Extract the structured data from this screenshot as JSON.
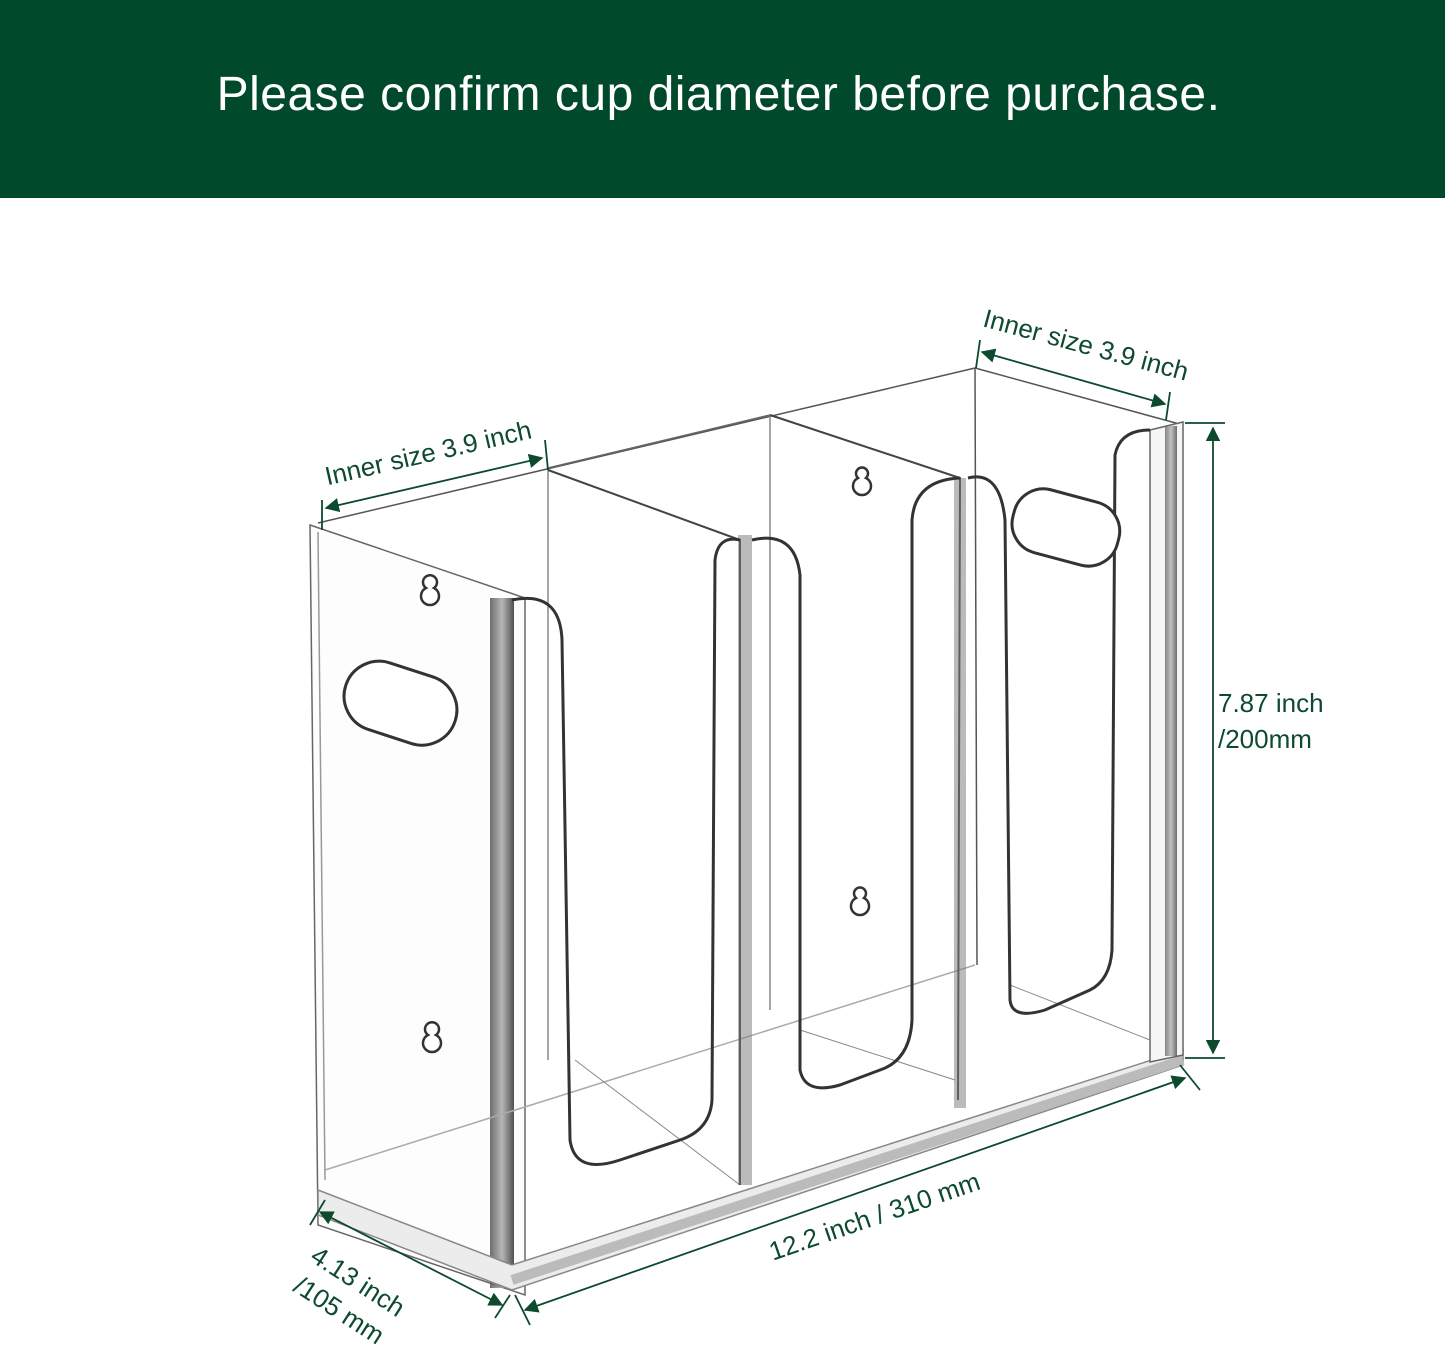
{
  "banner": {
    "text": "Please confirm cup diameter before purchase.",
    "background_color": "#00492A",
    "text_color": "#FFFFFF"
  },
  "product": {
    "name": "acrylic cup dispenser organizer",
    "compartments": 3
  },
  "dimensions": {
    "inner_size_left": "Inner size 3.9 inch",
    "inner_size_right": "Inner size 3.9 inch",
    "height_line1": "7.87 inch",
    "height_line2": "/200mm",
    "length": "12.2 inch / 310 mm",
    "depth_line1": "4.13 inch",
    "depth_line2": "/105 mm",
    "label_color": "#0D4A2E"
  }
}
